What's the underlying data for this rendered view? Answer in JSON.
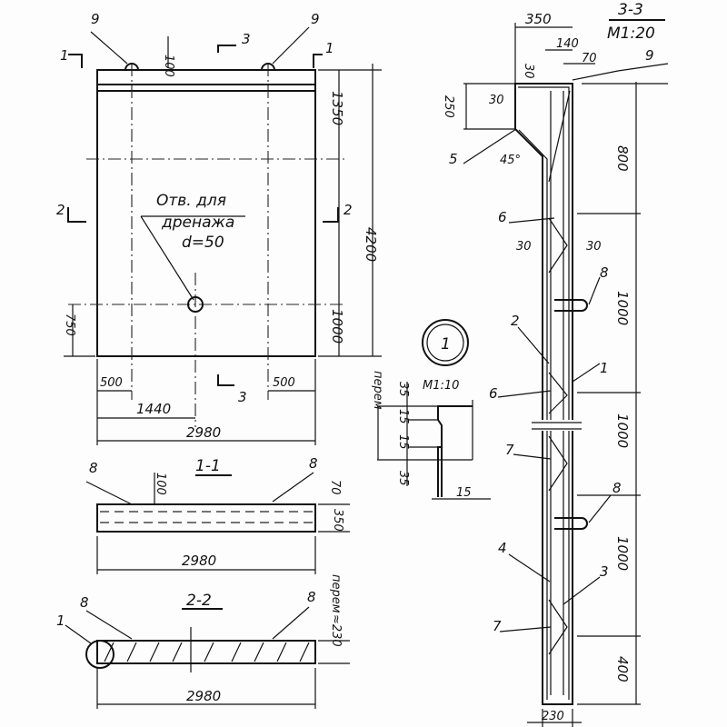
{
  "front_view": {
    "callout_top_left": "9",
    "callout_top_right": "9",
    "lug_offset": "100",
    "section_1_left": "1",
    "section_1_right": "1",
    "section_3_top": "3",
    "section_3_bottom": "3",
    "section_2_left": "2",
    "section_2_right": "2",
    "hole_note_line1": "Отв. для",
    "hole_note_line2": "дренажа",
    "hole_note_line3": "d=50",
    "dim_top_right": "1350",
    "dim_bottom_right": "1000",
    "dim_height": "4200",
    "dim_left": "750",
    "dim_left_edge": "500",
    "dim_right_edge": "500",
    "dim_hole_x": "1440",
    "dim_width": "2980"
  },
  "section_1_1": {
    "title": "1-1",
    "callout_left": "8",
    "callout_right": "8",
    "dim_100": "100",
    "dim_70": "70",
    "dim_thickness": "350",
    "dim_width": "2980"
  },
  "section_2_2": {
    "title": "2-2",
    "callout_left": "8",
    "callout_right": "8",
    "callout_node": "1",
    "dim_var": "перем",
    "dim_thickness": "≈230",
    "dim_width": "2980"
  },
  "detail_1": {
    "node_label": "1",
    "scale": "M1:10",
    "dim_var": "перем",
    "dim_35_top": "35",
    "dim_15_a": "15",
    "dim_15_b": "15",
    "dim_35_bottom": "35",
    "dim_15_right": "15"
  },
  "section_3_3": {
    "title": "3-3",
    "scale": "M1:20",
    "dim_350": "350",
    "dim_140": "140",
    "dim_70": "70",
    "callout_9": "9",
    "dim_250": "250",
    "dim_30_top": "30",
    "dim_30_left": "30",
    "callout_5": "5",
    "angle": "45°",
    "callout_6a": "6",
    "dim_30_a": "30",
    "dim_30_b": "30",
    "callout_8a": "8",
    "callout_2": "2",
    "callout_1": "1",
    "callout_6b": "6",
    "callout_7a": "7",
    "callout_8b": "8",
    "callout_4": "4",
    "callout_3": "3",
    "callout_7b": "7",
    "dim_800": "800",
    "dim_1000_a": "1000",
    "dim_1000_b": "1000",
    "dim_1000_c": "1000",
    "dim_400": "400",
    "dim_bottom": "230"
  }
}
